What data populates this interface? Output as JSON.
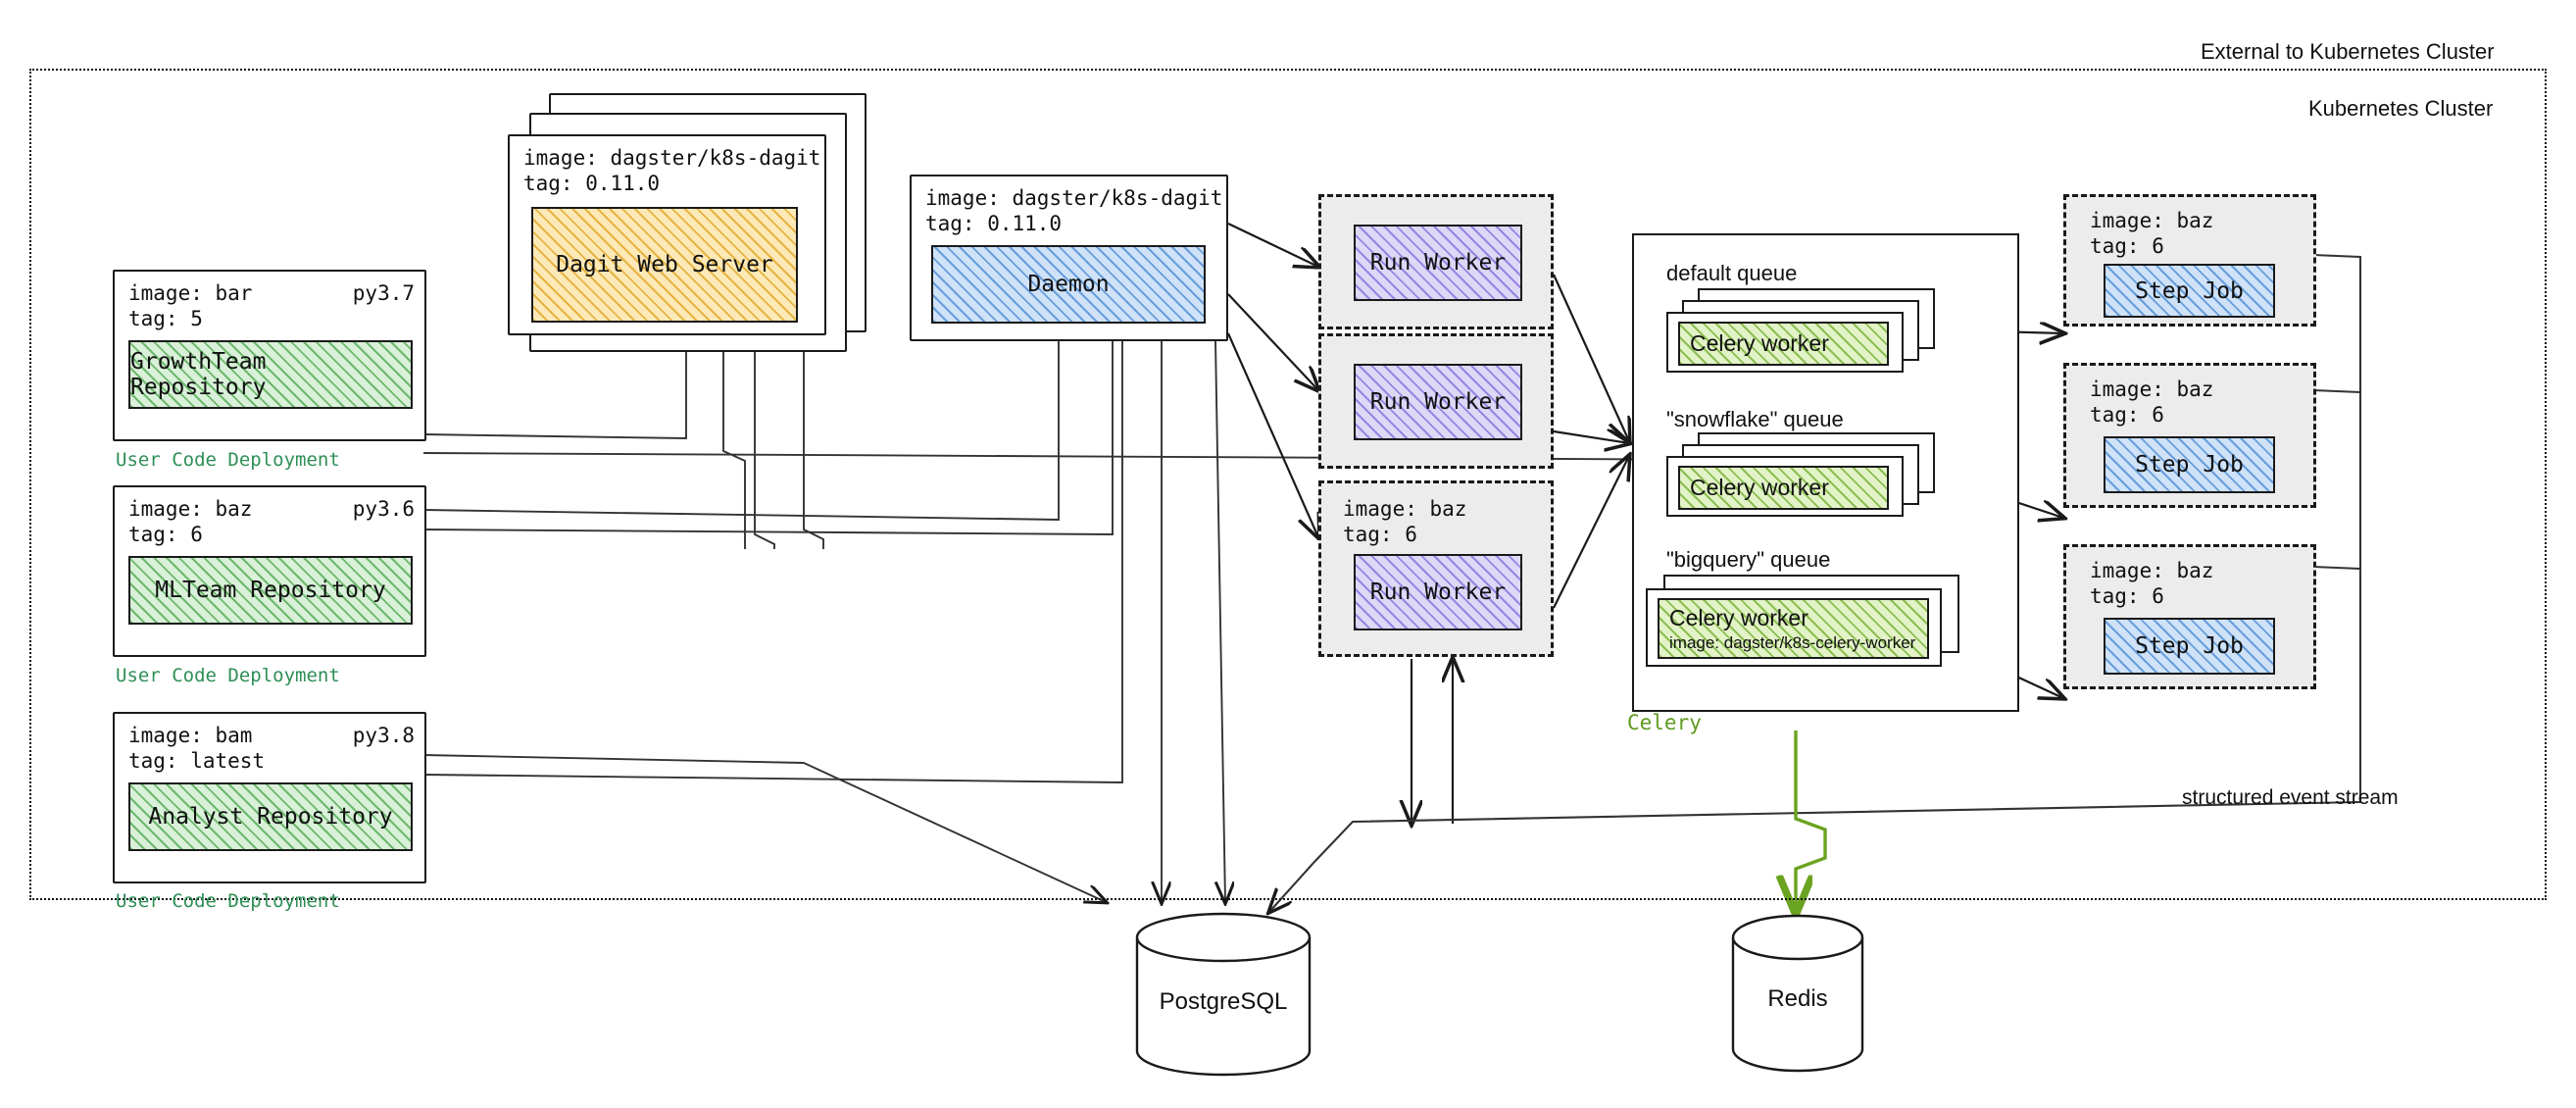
{
  "zones": {
    "external_label": "External to Kubernetes Cluster",
    "cluster_label": "Kubernetes Cluster",
    "event_stream_label": "structured event stream"
  },
  "user_code_deployments": [
    {
      "image": "image: bar",
      "tag": "tag: 5",
      "py": "py3.7",
      "repo": "GrowthTeam Repository",
      "caption": "User Code Deployment"
    },
    {
      "image": "image: baz",
      "tag": "tag: 6",
      "py": "py3.6",
      "repo": "MLTeam Repository",
      "caption": "User Code Deployment"
    },
    {
      "image": "image: bam",
      "tag": "tag: latest",
      "py": "py3.8",
      "repo": "Analyst Repository",
      "caption": "User Code Deployment"
    }
  ],
  "dagit": {
    "image": "image: dagster/k8s-dagit",
    "tag": "tag: 0.11.0",
    "title": "Dagit Web Server"
  },
  "daemon": {
    "image": "image: dagster/k8s-dagit",
    "tag": "tag: 0.11.0",
    "title": "Daemon"
  },
  "run_workers": [
    {
      "title": "Run Worker",
      "image": "",
      "tag": ""
    },
    {
      "title": "Run Worker",
      "image": "",
      "tag": ""
    },
    {
      "title": "Run Worker",
      "image": "image: baz",
      "tag": "tag: 6"
    }
  ],
  "celery": {
    "label": "Celery",
    "queues": [
      {
        "name": "default queue",
        "worker": "Celery worker",
        "worker_image": ""
      },
      {
        "name": "\"snowflake\" queue",
        "worker": "Celery worker",
        "worker_image": ""
      },
      {
        "name": "\"bigquery\" queue",
        "worker": "Celery worker",
        "worker_image": "image: dagster/k8s-celery-worker"
      }
    ]
  },
  "step_jobs": [
    {
      "image": "image: baz",
      "tag": "tag: 6",
      "title": "Step Job"
    },
    {
      "image": "image: baz",
      "tag": "tag: 6",
      "title": "Step Job"
    },
    {
      "image": "image: baz",
      "tag": "tag: 6",
      "title": "Step Job"
    }
  ],
  "databases": [
    {
      "name": "PostgreSQL"
    },
    {
      "name": "Redis"
    }
  ],
  "colors": {
    "repo_green": "#5aaf5a",
    "dagit_orange": "#e2aa2c",
    "daemon_blue": "#5692d6",
    "run_worker_purple": "#8b76de",
    "celery_green": "#7eb43c",
    "caption_green": "#2f8f57",
    "celery_label_green": "#5f9a20",
    "stroke": "#1a1a1a"
  }
}
